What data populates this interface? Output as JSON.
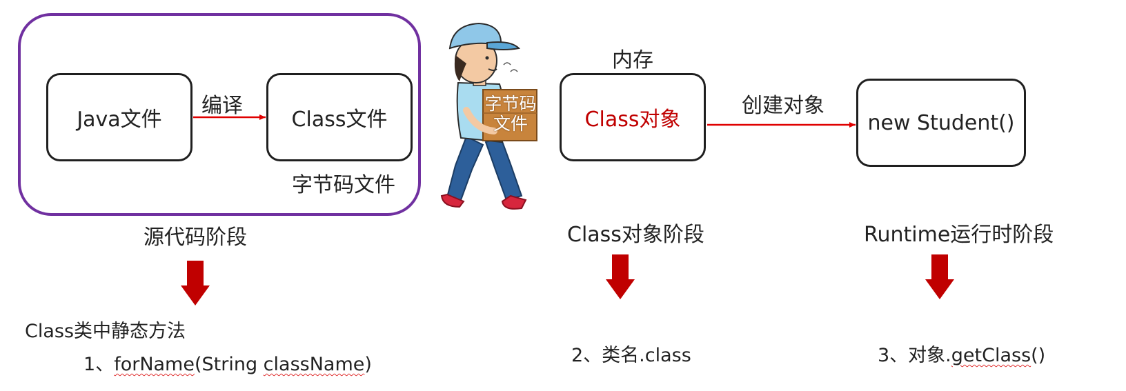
{
  "source_stage": {
    "java_file": "Java文件",
    "compile_label": "编译",
    "class_file": "Class文件",
    "bytecode_caption": "字节码文件",
    "stage_title": "源代码阶段"
  },
  "porter": {
    "box_text_line1": "字节码",
    "box_text_line2": "文件"
  },
  "class_stage": {
    "memory_label": "内存",
    "class_object": "Class对象",
    "create_object_label": "创建对象",
    "stage_title": "Class对象阶段"
  },
  "runtime_stage": {
    "new_student": "new Student()",
    "stage_title": "Runtime运行时阶段"
  },
  "methods": {
    "static_method_title": "Class类中静态方法",
    "method1_prefix": "1、",
    "method1_name": "forName",
    "method1_arg_prefix": "(String ",
    "method1_arg_name": "className",
    "method1_suffix": ")",
    "method2": "2、类名.class",
    "method3_prefix": "3、对象.",
    "method3_name": "getClass",
    "method3_suffix": "()"
  },
  "colors": {
    "accent_red": "#e00000",
    "arrow_dark_red": "#c00000",
    "frame_purple": "#7030a0"
  }
}
